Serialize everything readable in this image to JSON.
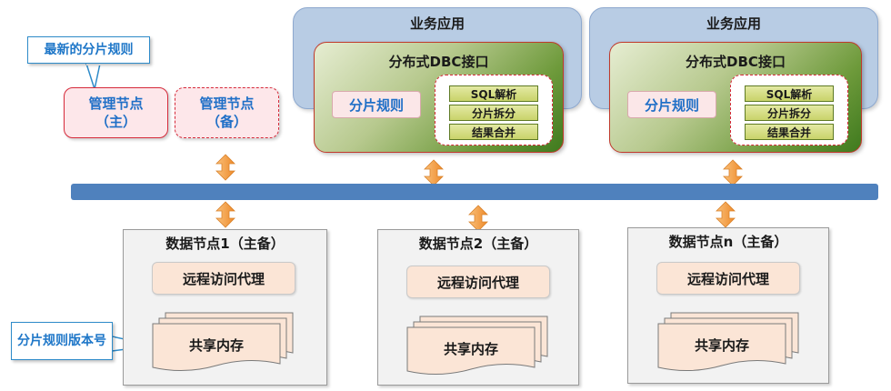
{
  "callouts": {
    "latest_rules": "最新的分片规则",
    "rule_version": "分片规则版本号"
  },
  "management_nodes": [
    {
      "line1": "管理节点",
      "line2": "（主）"
    },
    {
      "line1": "管理节点",
      "line2": "（备）"
    }
  ],
  "business_apps": [
    {
      "title": "业务应用",
      "dbc_title": "分布式DBC接口",
      "rule_label": "分片规则",
      "functions": [
        "SQL解析",
        "分片拆分",
        "结果合并"
      ]
    },
    {
      "title": "业务应用",
      "dbc_title": "分布式DBC接口",
      "rule_label": "分片规则",
      "functions": [
        "SQL解析",
        "分片拆分",
        "结果合并"
      ]
    }
  ],
  "data_nodes": [
    {
      "title": "数据节点1（主备）",
      "proxy": "远程访问代理",
      "memory": "共享内存"
    },
    {
      "title": "数据节点2（主备）",
      "proxy": "远程访问代理",
      "memory": "共享内存"
    },
    {
      "title": "数据节点n（主备）",
      "proxy": "远程访问代理",
      "memory": "共享内存"
    }
  ],
  "colors": {
    "bus": "#4f81bd",
    "arrow": "#f6a14b",
    "accent_text": "#1f6fc7",
    "border_red": "#d62a3a"
  }
}
